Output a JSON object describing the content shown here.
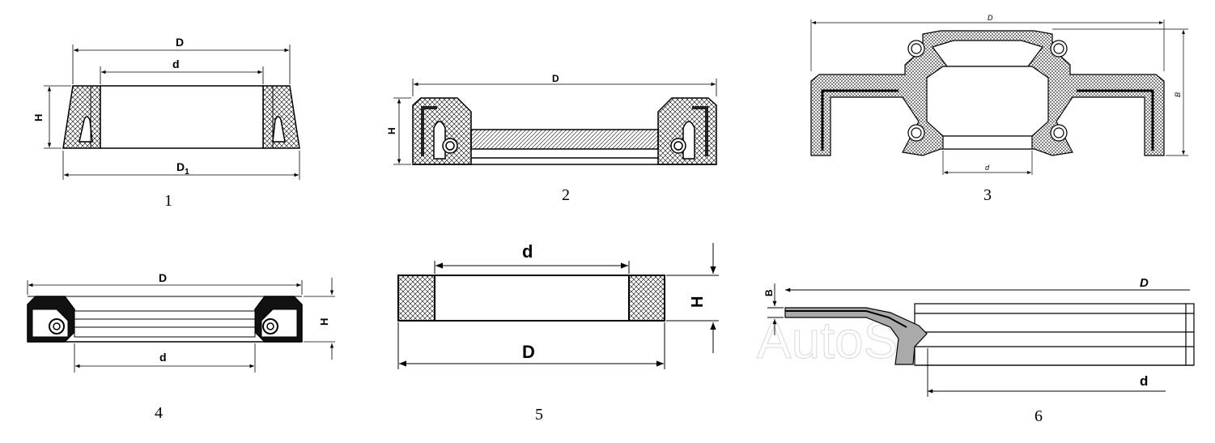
{
  "figures": [
    {
      "number": "1",
      "labels": {
        "outer": "D",
        "inner": "d",
        "height": "H",
        "base": "D",
        "base_sub": "1"
      }
    },
    {
      "number": "2",
      "labels": {
        "outer": "D",
        "height": "H"
      }
    },
    {
      "number": "3",
      "labels": {
        "outer": "D",
        "inner": "d",
        "height": "B"
      }
    },
    {
      "number": "4",
      "labels": {
        "outer": "D",
        "inner": "d",
        "height": "H"
      }
    },
    {
      "number": "5",
      "labels": {
        "outer": "D",
        "inner": "d",
        "height": "H"
      }
    },
    {
      "number": "6",
      "labels": {
        "outer": "D",
        "inner": "d",
        "height": "B"
      }
    }
  ],
  "watermark": "AutoSoft"
}
